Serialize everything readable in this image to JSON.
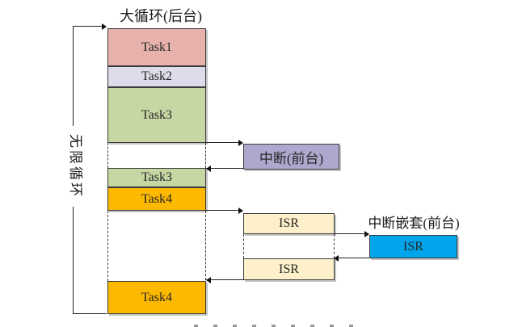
{
  "palette": {
    "task1_pink": "#e7b2ab",
    "task2_lavender": "#dedbea",
    "task3_green": "#c6d7a3",
    "task4_amber": "#fdb900",
    "interrupt_purple": "#b0a7ce",
    "isr_cream": "#fdf0ca",
    "nested_isr_blue": "#00a5ec",
    "line_color": "#222222"
  },
  "diagram": {
    "title": "大循环(后台)",
    "left_loop_label": "无限循环",
    "main_stack": {
      "task1": "Task1",
      "task2": "Task2",
      "task3_first": "Task3",
      "task3_second": "Task3",
      "task4_first": "Task4",
      "task4_second": "Task4"
    },
    "foreground": {
      "interrupt_label": "中断(前台)",
      "isr_first": "ISR",
      "isr_second": "ISR",
      "nested_title": "中断嵌套(前台)",
      "nested_isr": "ISR"
    }
  }
}
